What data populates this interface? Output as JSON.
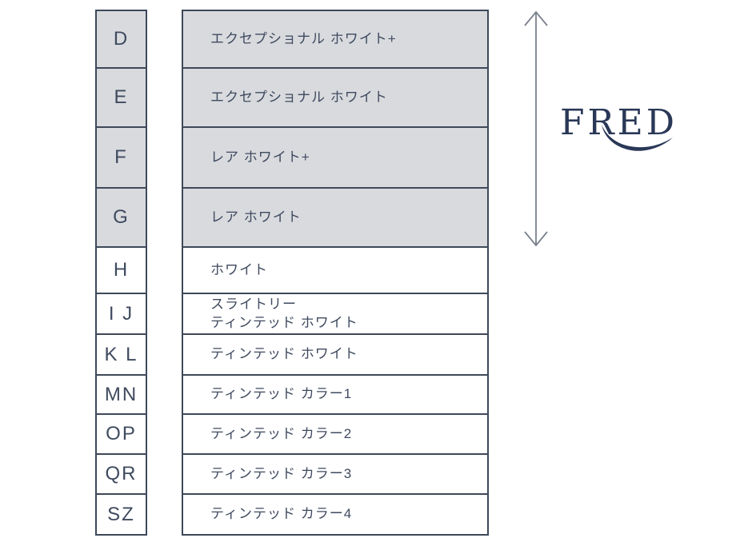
{
  "logo": {
    "text": "FRED",
    "color": "#2a3857"
  },
  "scale": {
    "rows": [
      {
        "grade": "D",
        "label": "エクセプショナル ホワイト+",
        "highlighted": true
      },
      {
        "grade": "E",
        "label": "エクセプショナル ホワイト",
        "highlighted": true
      },
      {
        "grade": "F",
        "label": "レア ホワイト+",
        "highlighted": true
      },
      {
        "grade": "G",
        "label": "レア ホワイト",
        "highlighted": true
      },
      {
        "grade": "H",
        "label": "ホワイト",
        "highlighted": false
      },
      {
        "grade": "I J",
        "label": "スライトリー\nティンテッド ホワイト",
        "highlighted": false
      },
      {
        "grade": "K L",
        "label": "ティンテッド ホワイト",
        "highlighted": false
      },
      {
        "grade": "MN",
        "label": "ティンテッド カラー1",
        "highlighted": false
      },
      {
        "grade": "OP",
        "label": "ティンテッド カラー2",
        "highlighted": false
      },
      {
        "grade": "QR",
        "label": "ティンテッド カラー3",
        "highlighted": false
      },
      {
        "grade": "SZ",
        "label": "ティンテッド カラー4",
        "highlighted": false
      }
    ],
    "highlight_fill": "#d8dade",
    "border_color": "#3e4859",
    "text_color": "#3f4a5f"
  },
  "arrow": {
    "name": "vertical-double-arrow",
    "color": "#7a818d"
  }
}
